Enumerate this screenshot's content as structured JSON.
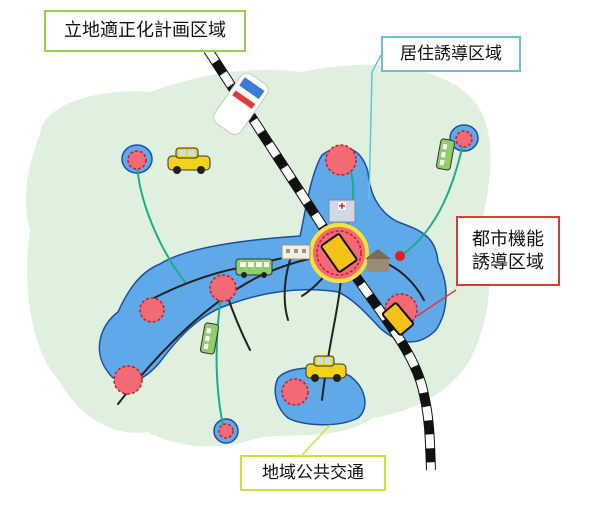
{
  "labels": {
    "planning_area": "立地適正化計画区域",
    "residence_area": "居住誘導区域",
    "urban_function_line1": "都市機能",
    "urban_function_line2": "誘導区域",
    "public_transport": "地域公共交通"
  },
  "colors": {
    "planning_area_fill": "#dff1de",
    "residence_area_fill": "#5fa9e8",
    "residence_area_stroke": "#1b4fa0",
    "hub_fill": "#f26b74",
    "hub_dash": "#cc1a2a",
    "central_ring": "#f5e33a",
    "rail_black": "#111111",
    "road": "#222222",
    "transit_line": "#1faa8a",
    "planning_border": "#9acd4a",
    "residence_border": "#6bbfd8",
    "urban_border": "#d93a3a",
    "transport_border": "#cfe03a"
  },
  "icons": [
    "taxi-icon",
    "bus-icon",
    "train-icon",
    "hospital-icon",
    "building-icon",
    "house-icon"
  ]
}
